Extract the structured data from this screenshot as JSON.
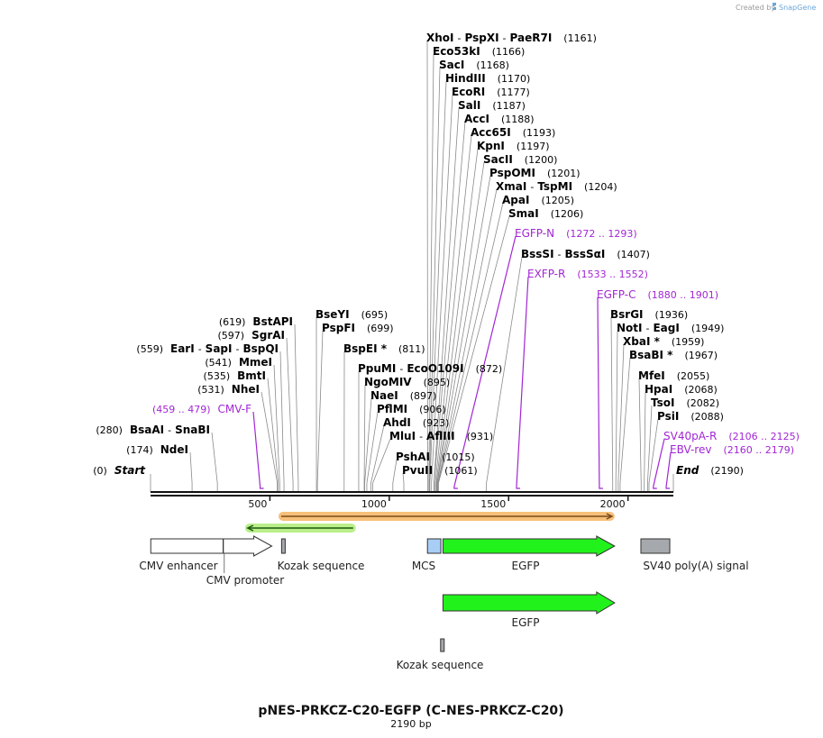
{
  "credit": {
    "text": "Created by",
    "brand": "SnapGene"
  },
  "title": "pNES-PRKCZ-C20-EGFP (C-NES-PRKCZ-C20)",
  "subtitle": "2190 bp",
  "sequence_length": 2190,
  "axis_ticks": [
    500,
    1000,
    1500,
    2000
  ],
  "colors": {
    "site": "#000000",
    "primer": "#a226d4",
    "egfp": "#21f21b",
    "mcs": "#a9cef6",
    "sv40": "#a5a8ad",
    "orf_orange": "#f7c079",
    "orf_green": "#b9ee8a"
  },
  "labels": [
    {
      "kind": "site",
      "parts": [
        "XhoI",
        "PspXI",
        "PaeR7I"
      ],
      "pos": "(1161)",
      "bp": 1161
    },
    {
      "kind": "site",
      "parts": [
        "Eco53kI"
      ],
      "pos": "(1166)",
      "bp": 1166
    },
    {
      "kind": "site",
      "parts": [
        "SacI"
      ],
      "pos": "(1168)",
      "bp": 1168
    },
    {
      "kind": "site",
      "parts": [
        "HindIII"
      ],
      "pos": "(1170)",
      "bp": 1170
    },
    {
      "kind": "site",
      "parts": [
        "EcoRI"
      ],
      "pos": "(1177)",
      "bp": 1177
    },
    {
      "kind": "site",
      "parts": [
        "SalI"
      ],
      "pos": "(1187)",
      "bp": 1187
    },
    {
      "kind": "site",
      "parts": [
        "AccI"
      ],
      "pos": "(1188)",
      "bp": 1188
    },
    {
      "kind": "site",
      "parts": [
        "Acc65I"
      ],
      "pos": "(1193)",
      "bp": 1193
    },
    {
      "kind": "site",
      "parts": [
        "KpnI"
      ],
      "pos": "(1197)",
      "bp": 1197
    },
    {
      "kind": "site",
      "parts": [
        "SacII"
      ],
      "pos": "(1200)",
      "bp": 1200
    },
    {
      "kind": "site",
      "parts": [
        "PspOMI"
      ],
      "pos": "(1201)",
      "bp": 1201
    },
    {
      "kind": "site",
      "parts": [
        "XmaI",
        "TspMI"
      ],
      "pos": "(1204)",
      "bp": 1204
    },
    {
      "kind": "site",
      "parts": [
        "ApaI"
      ],
      "pos": "(1205)",
      "bp": 1205
    },
    {
      "kind": "site",
      "parts": [
        "SmaI"
      ],
      "pos": "(1206)",
      "bp": 1206
    },
    {
      "kind": "primer",
      "parts": [
        "EGFP-N"
      ],
      "pos": "(1272 .. 1293)",
      "bp": 1272,
      "bp_end": 1293
    },
    {
      "kind": "site",
      "parts": [
        "BssSI",
        "BssSαI"
      ],
      "pos": "(1407)",
      "bp": 1407
    },
    {
      "kind": "primer",
      "parts": [
        "EXFP-R"
      ],
      "pos": "(1533 .. 1552)",
      "bp": 1533,
      "bp_end": 1552
    },
    {
      "kind": "primer",
      "parts": [
        "EGFP-C"
      ],
      "pos": "(1880 .. 1901)",
      "bp": 1880,
      "bp_end": 1901
    },
    {
      "kind": "site",
      "parts": [
        "BsrGI"
      ],
      "pos": "(1936)",
      "bp": 1936
    },
    {
      "kind": "site",
      "parts": [
        "NotI",
        "EagI"
      ],
      "pos": "(1949)",
      "bp": 1949
    },
    {
      "kind": "site",
      "parts": [
        "XbaI *"
      ],
      "pos": "(1959)",
      "bp": 1959
    },
    {
      "kind": "site",
      "parts": [
        "BsaBI *"
      ],
      "pos": "(1967)",
      "bp": 1967
    },
    {
      "kind": "site",
      "parts": [
        "MfeI"
      ],
      "pos": "(2055)",
      "bp": 2055
    },
    {
      "kind": "site",
      "parts": [
        "HpaI"
      ],
      "pos": "(2068)",
      "bp": 2068
    },
    {
      "kind": "site",
      "parts": [
        "TsoI"
      ],
      "pos": "(2082)",
      "bp": 2082
    },
    {
      "kind": "site",
      "parts": [
        "PsiI"
      ],
      "pos": "(2088)",
      "bp": 2088
    },
    {
      "kind": "primer",
      "parts": [
        "SV40pA-R"
      ],
      "pos": "(2106 .. 2125)",
      "bp": 2106,
      "bp_end": 2125
    },
    {
      "kind": "primer",
      "parts": [
        "EBV-rev"
      ],
      "pos": "(2160 .. 2179)",
      "bp": 2160,
      "bp_end": 2179
    },
    {
      "kind": "end",
      "parts": [
        "End"
      ],
      "pos": "(2190)",
      "bp": 2190
    },
    {
      "kind": "site",
      "parts": [
        "BseYI"
      ],
      "pos": "(695)",
      "bp": 695
    },
    {
      "kind": "site",
      "parts": [
        "PspFI"
      ],
      "pos": "(699)",
      "bp": 699
    },
    {
      "kind": "site",
      "parts": [
        "BspEI *"
      ],
      "pos": "(811)",
      "bp": 811
    },
    {
      "kind": "site",
      "parts": [
        "PpuMI",
        "EcoO109I"
      ],
      "pos": "(872)",
      "bp": 872
    },
    {
      "kind": "site",
      "parts": [
        "NgoMIV"
      ],
      "pos": "(895)",
      "bp": 895
    },
    {
      "kind": "site",
      "parts": [
        "NaeI"
      ],
      "pos": "(897)",
      "bp": 897
    },
    {
      "kind": "site",
      "parts": [
        "PflMI"
      ],
      "pos": "(906)",
      "bp": 906
    },
    {
      "kind": "site",
      "parts": [
        "AhdI"
      ],
      "pos": "(923)",
      "bp": 923
    },
    {
      "kind": "site",
      "parts": [
        "MluI",
        "AflIII"
      ],
      "pos": "(931)",
      "bp": 931
    },
    {
      "kind": "site",
      "parts": [
        "PshAI"
      ],
      "pos": "(1015)",
      "bp": 1015
    },
    {
      "kind": "site",
      "parts": [
        "PvuII"
      ],
      "pos": "(1061)",
      "bp": 1061
    },
    {
      "kind": "site",
      "parts": [
        "BstAPI"
      ],
      "pos": "(619)",
      "bp": 619
    },
    {
      "kind": "site",
      "parts": [
        "SgrAI"
      ],
      "pos": "(597)",
      "bp": 597
    },
    {
      "kind": "site",
      "parts": [
        "EarI",
        "SapI",
        "BspQI"
      ],
      "pos": "(559)",
      "bp": 559
    },
    {
      "kind": "site",
      "parts": [
        "MmeI"
      ],
      "pos": "(541)",
      "bp": 541
    },
    {
      "kind": "site",
      "parts": [
        "BmtI"
      ],
      "pos": "(535)",
      "bp": 535
    },
    {
      "kind": "site",
      "parts": [
        "NheI"
      ],
      "pos": "(531)",
      "bp": 531
    },
    {
      "kind": "primer",
      "parts": [
        "CMV-F"
      ],
      "pos": "(459 .. 479)",
      "bp": 459,
      "bp_end": 479
    },
    {
      "kind": "site",
      "parts": [
        "BsaAI",
        "SnaBI"
      ],
      "pos": "(280)",
      "bp": 280
    },
    {
      "kind": "site",
      "parts": [
        "NdeI"
      ],
      "pos": "(174)",
      "bp": 174
    },
    {
      "kind": "start",
      "parts": [
        "Start"
      ],
      "pos": "(0)",
      "bp": 0
    }
  ],
  "features": [
    {
      "name": "CMV enhancer",
      "start": 1,
      "end": 304,
      "shape": "box",
      "color": "#ffffff"
    },
    {
      "name": "CMV promoter",
      "start": 305,
      "end": 508,
      "shape": "arrow",
      "color": "#ffffff"
    },
    {
      "name": "Kozak sequence",
      "start": 552,
      "end": 561,
      "shape": "box",
      "color": "#a5a8ad"
    },
    {
      "name": "MCS",
      "start": 1160,
      "end": 1216,
      "shape": "box",
      "color": "#a9cef6"
    },
    {
      "name": "EGFP",
      "start": 1225,
      "end": 1944,
      "shape": "arrow",
      "color": "#21f21b"
    },
    {
      "name": "SV40 poly(A) signal",
      "start": 2054,
      "end": 2175,
      "shape": "box",
      "color": "#a5a8ad"
    },
    {
      "name": "EGFP",
      "start": 1225,
      "end": 1944,
      "shape": "arrow",
      "color": "#21f21b"
    },
    {
      "name": "Kozak sequence",
      "start": 1218,
      "end": 1227,
      "shape": "box",
      "color": "#a5a8ad"
    }
  ],
  "orfs": [
    {
      "start": 536,
      "end": 1944,
      "direction": "forward",
      "color": "#f7c079"
    },
    {
      "start": 396,
      "end": 860,
      "direction": "reverse",
      "color": "#b9ee8a"
    }
  ]
}
